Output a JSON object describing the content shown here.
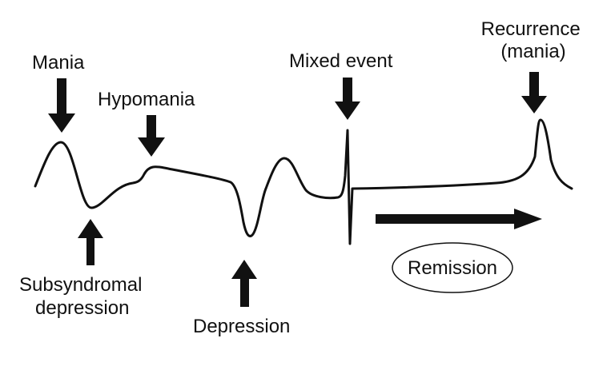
{
  "labels": {
    "mania": "Mania",
    "hypomania": "Hypomania",
    "mixed_event": "Mixed event",
    "recurrence_line1": "Recurrence",
    "recurrence_line2": "(mania)",
    "subsyndromal_line1": "Subsyndromal",
    "subsyndromal_line2": "depression",
    "depression": "Depression",
    "remission": "Remission"
  },
  "colors": {
    "ink": "#111111",
    "background": "#ffffff"
  },
  "icons": {
    "down_arrow": "down-arrow-icon",
    "up_arrow": "up-arrow-icon",
    "right_arrow": "right-arrow-icon"
  }
}
